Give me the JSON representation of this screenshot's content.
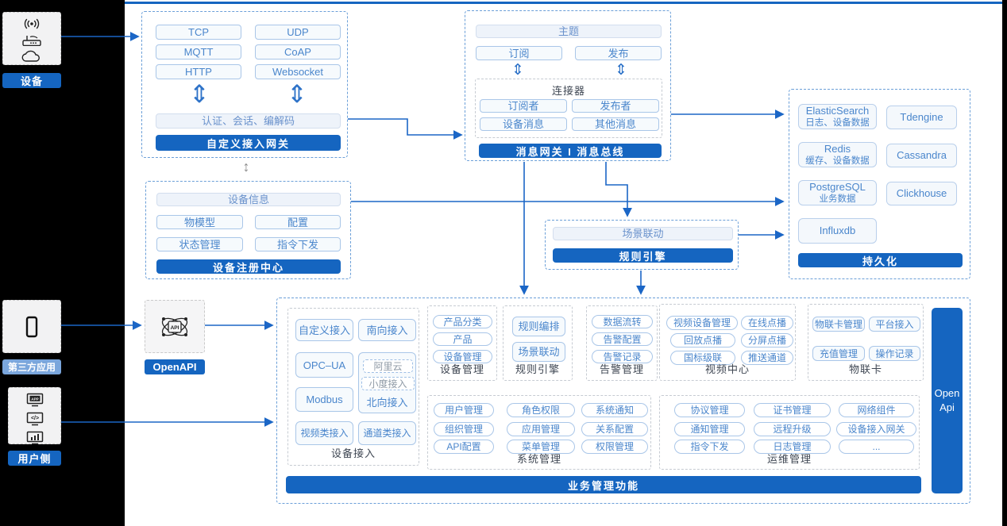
{
  "colors": {
    "accent": "#1565c0",
    "light_badge": "#7aa6dc",
    "chip_text": "#4a86cc",
    "dashed_blue": "#6b9fd8",
    "arrow": "#1b66c6"
  },
  "left_rail": {
    "device": {
      "label": "设备"
    },
    "third_party": {
      "label": "第三方应用"
    },
    "user_side": {
      "label": "用户侧"
    }
  },
  "custom_gateway": {
    "protocols": [
      "TCP",
      "UDP",
      "MQTT",
      "CoAP",
      "HTTP",
      "Websocket"
    ],
    "middleware": "认证、会话、编解码",
    "title": "自定义接入网关"
  },
  "message_gateway": {
    "topic": "主题",
    "subscribe": "订阅",
    "publish": "发布",
    "connector": {
      "title": "连接器",
      "items": [
        "订阅者",
        "发布者",
        "设备消息",
        "其他消息"
      ]
    },
    "title": "消息网关 I 消息总线"
  },
  "persistence": {
    "stores": [
      {
        "name": "ElasticSearch",
        "desc": "日志、设备数据"
      },
      {
        "name": "Tdengine",
        "desc": ""
      },
      {
        "name": "Redis",
        "desc": "缓存、设备数据"
      },
      {
        "name": "Cassandra",
        "desc": ""
      },
      {
        "name": "PostgreSQL",
        "desc": "业务数据"
      },
      {
        "name": "Clickhouse",
        "desc": ""
      },
      {
        "name": "Influxdb",
        "desc": ""
      }
    ],
    "title": "持久化"
  },
  "registry": {
    "items": [
      "设备信息",
      "物模型",
      "配置",
      "状态管理",
      "指令下发"
    ],
    "title": "设备注册中心"
  },
  "rule_box": {
    "item": "场景联动",
    "title": "规则引擎"
  },
  "openapi": {
    "label": "OpenAPI"
  },
  "business": {
    "title": "业务管理功能",
    "open_api_bar": "Open Api",
    "device_access": {
      "label": "设备接入",
      "items": [
        "自定义接入",
        "南向接入",
        "OPC–UA",
        "Modbus",
        "视频类接入",
        "通道类接入"
      ],
      "north": {
        "label": "北向接入",
        "sub": [
          "阿里云",
          "小度接入"
        ]
      }
    },
    "device_mgmt": {
      "label": "设备管理",
      "items": [
        "产品分类",
        "产品",
        "设备管理"
      ]
    },
    "rule_engine": {
      "label": "规则引擎",
      "items": [
        "规则编排",
        "场景联动"
      ]
    },
    "alarm": {
      "label": "告警管理",
      "items": [
        "数据流转",
        "告警配置",
        "告警记录"
      ]
    },
    "video": {
      "label": "视频中心",
      "items": [
        "视频设备管理",
        "在线点播",
        "回放点播",
        "分屏点播",
        "国标级联",
        "推送通道"
      ]
    },
    "iot_card": {
      "label": "物联卡",
      "items": [
        "物联卡管理",
        "平台接入",
        "充值管理",
        "操作记录"
      ]
    },
    "system": {
      "label": "系统管理",
      "items": [
        "用户管理",
        "角色权限",
        "系统通知",
        "组织管理",
        "应用管理",
        "关系配置",
        "API配置",
        "菜单管理",
        "权限管理"
      ]
    },
    "ops": {
      "label": "运维管理",
      "items": [
        "协议管理",
        "证书管理",
        "网络组件",
        "通知管理",
        "远程升级",
        "设备接入网关",
        "指令下发",
        "日志管理",
        "..."
      ]
    }
  }
}
